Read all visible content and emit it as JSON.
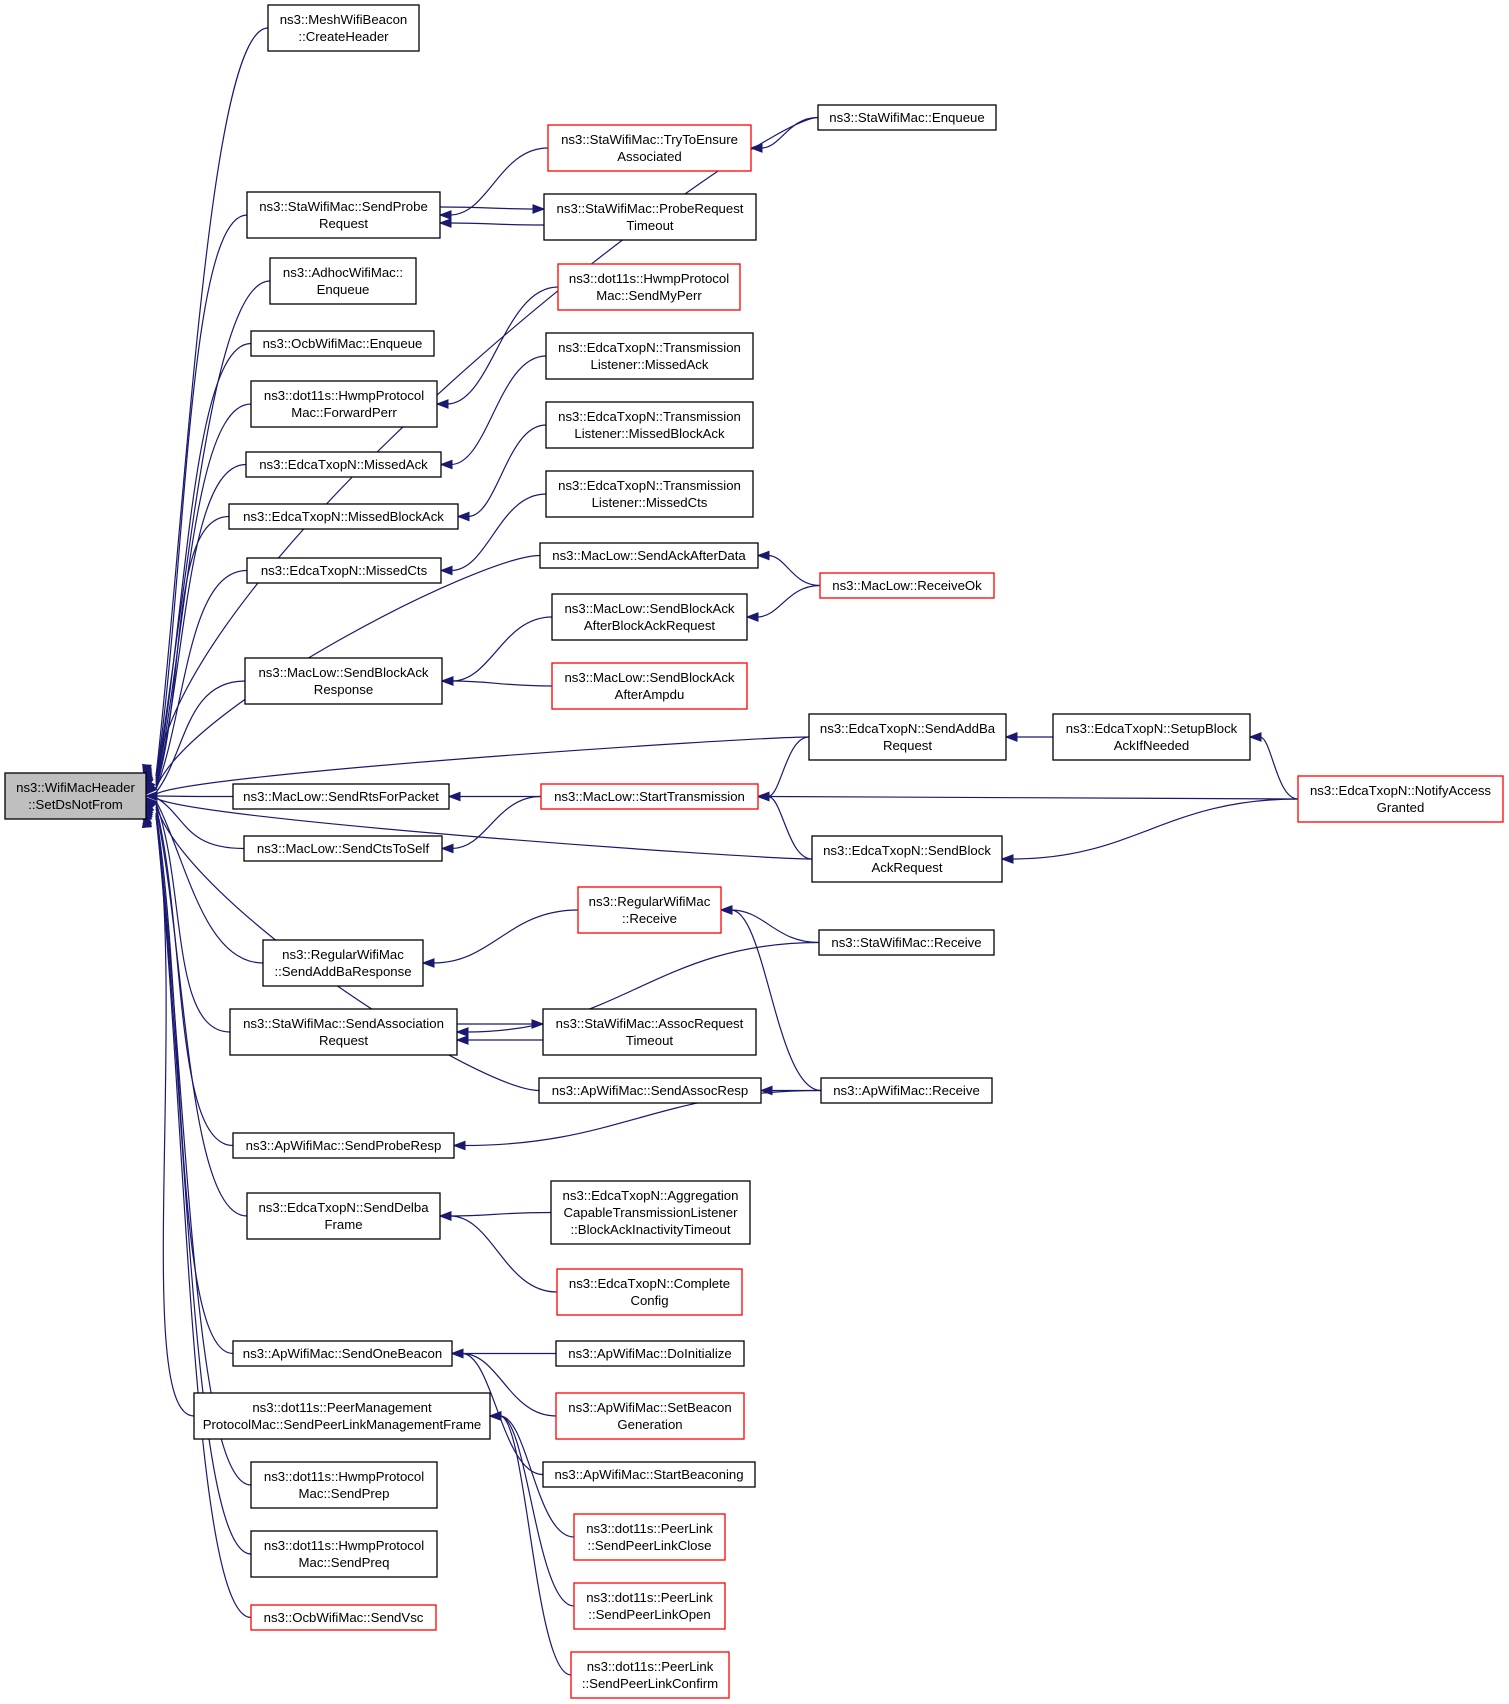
{
  "colors": {
    "edge": "#191970",
    "node_border_normal": "#000000",
    "node_border_truncated": "#ff0000",
    "focus_fill": "#bfbfbf",
    "node_fill": "#ffffff"
  },
  "root_node": "n0",
  "nodes": [
    {
      "id": "n0",
      "lines": [
        "ns3::WifiMacHeader",
        "::SetDsNotFrom"
      ],
      "style": "focus"
    },
    {
      "id": "n1",
      "lines": [
        "ns3::MeshWifiBeacon",
        "::CreateHeader"
      ],
      "style": "normal"
    },
    {
      "id": "n2",
      "lines": [
        "ns3::StaWifiMac::SendProbe",
        "Request"
      ],
      "style": "normal"
    },
    {
      "id": "n3",
      "lines": [
        "ns3::AdhocWifiMac::",
        "Enqueue"
      ],
      "style": "normal"
    },
    {
      "id": "n4",
      "lines": [
        "ns3::OcbWifiMac::Enqueue"
      ],
      "style": "normal"
    },
    {
      "id": "n5",
      "lines": [
        "ns3::dot11s::HwmpProtocol",
        "Mac::ForwardPerr"
      ],
      "style": "normal"
    },
    {
      "id": "n6",
      "lines": [
        "ns3::EdcaTxopN::MissedAck"
      ],
      "style": "normal"
    },
    {
      "id": "n7",
      "lines": [
        "ns3::EdcaTxopN::MissedBlockAck"
      ],
      "style": "normal"
    },
    {
      "id": "n8",
      "lines": [
        "ns3::EdcaTxopN::MissedCts"
      ],
      "style": "normal"
    },
    {
      "id": "n9",
      "lines": [
        "ns3::MacLow::SendBlockAck",
        "Response"
      ],
      "style": "normal"
    },
    {
      "id": "n10",
      "lines": [
        "ns3::MacLow::SendRtsForPacket"
      ],
      "style": "normal"
    },
    {
      "id": "n11",
      "lines": [
        "ns3::MacLow::SendCtsToSelf"
      ],
      "style": "normal"
    },
    {
      "id": "n12",
      "lines": [
        "ns3::RegularWifiMac",
        "::SendAddBaResponse"
      ],
      "style": "normal"
    },
    {
      "id": "n13",
      "lines": [
        "ns3::StaWifiMac::SendAssociation",
        "Request"
      ],
      "style": "normal"
    },
    {
      "id": "n14",
      "lines": [
        "ns3::ApWifiMac::SendProbeResp"
      ],
      "style": "normal"
    },
    {
      "id": "n15",
      "lines": [
        "ns3::EdcaTxopN::SendDelba",
        "Frame"
      ],
      "style": "normal"
    },
    {
      "id": "n16",
      "lines": [
        "ns3::ApWifiMac::SendOneBeacon"
      ],
      "style": "normal"
    },
    {
      "id": "n17",
      "lines": [
        "ns3::dot11s::PeerManagement",
        "ProtocolMac::SendPeerLinkManagementFrame"
      ],
      "style": "normal"
    },
    {
      "id": "n18",
      "lines": [
        "ns3::dot11s::HwmpProtocol",
        "Mac::SendPrep"
      ],
      "style": "normal"
    },
    {
      "id": "n19",
      "lines": [
        "ns3::dot11s::HwmpProtocol",
        "Mac::SendPreq"
      ],
      "style": "normal"
    },
    {
      "id": "n20",
      "lines": [
        "ns3::OcbWifiMac::SendVsc"
      ],
      "style": "truncated"
    },
    {
      "id": "n21",
      "lines": [
        "ns3::StaWifiMac::TryToEnsure",
        "Associated"
      ],
      "style": "truncated"
    },
    {
      "id": "n22",
      "lines": [
        "ns3::StaWifiMac::ProbeRequest",
        "Timeout"
      ],
      "style": "normal"
    },
    {
      "id": "n23",
      "lines": [
        "ns3::dot11s::HwmpProtocol",
        "Mac::SendMyPerr"
      ],
      "style": "truncated"
    },
    {
      "id": "n24",
      "lines": [
        "ns3::EdcaTxopN::Transmission",
        "Listener::MissedAck"
      ],
      "style": "normal"
    },
    {
      "id": "n25",
      "lines": [
        "ns3::EdcaTxopN::Transmission",
        "Listener::MissedBlockAck"
      ],
      "style": "normal"
    },
    {
      "id": "n26",
      "lines": [
        "ns3::EdcaTxopN::Transmission",
        "Listener::MissedCts"
      ],
      "style": "normal"
    },
    {
      "id": "n27",
      "lines": [
        "ns3::MacLow::SendAckAfterData"
      ],
      "style": "normal"
    },
    {
      "id": "n28",
      "lines": [
        "ns3::MacLow::SendBlockAck",
        "AfterBlockAckRequest"
      ],
      "style": "normal"
    },
    {
      "id": "n29",
      "lines": [
        "ns3::MacLow::SendBlockAck",
        "AfterAmpdu"
      ],
      "style": "truncated"
    },
    {
      "id": "n30",
      "lines": [
        "ns3::MacLow::StartTransmission"
      ],
      "style": "truncated"
    },
    {
      "id": "n31",
      "lines": [
        "ns3::RegularWifiMac",
        "::Receive"
      ],
      "style": "truncated"
    },
    {
      "id": "n32",
      "lines": [
        "ns3::StaWifiMac::AssocRequest",
        "Timeout"
      ],
      "style": "normal"
    },
    {
      "id": "n33",
      "lines": [
        "ns3::ApWifiMac::SendAssocResp"
      ],
      "style": "normal"
    },
    {
      "id": "n34",
      "lines": [
        "ns3::EdcaTxopN::Aggregation",
        "CapableTransmissionListener",
        "::BlockAckInactivityTimeout"
      ],
      "style": "normal"
    },
    {
      "id": "n35",
      "lines": [
        "ns3::EdcaTxopN::Complete",
        "Config"
      ],
      "style": "truncated"
    },
    {
      "id": "n36",
      "lines": [
        "ns3::ApWifiMac::DoInitialize"
      ],
      "style": "normal"
    },
    {
      "id": "n37",
      "lines": [
        "ns3::ApWifiMac::SetBeacon",
        "Generation"
      ],
      "style": "truncated"
    },
    {
      "id": "n38",
      "lines": [
        "ns3::ApWifiMac::StartBeaconing"
      ],
      "style": "normal"
    },
    {
      "id": "n39",
      "lines": [
        "ns3::dot11s::PeerLink",
        "::SendPeerLinkClose"
      ],
      "style": "truncated"
    },
    {
      "id": "n40",
      "lines": [
        "ns3::dot11s::PeerLink",
        "::SendPeerLinkOpen"
      ],
      "style": "truncated"
    },
    {
      "id": "n41",
      "lines": [
        "ns3::dot11s::PeerLink",
        "::SendPeerLinkConfirm"
      ],
      "style": "truncated"
    },
    {
      "id": "n42",
      "lines": [
        "ns3::StaWifiMac::Enqueue"
      ],
      "style": "normal"
    },
    {
      "id": "n43",
      "lines": [
        "ns3::MacLow::ReceiveOk"
      ],
      "style": "truncated"
    },
    {
      "id": "n44",
      "lines": [
        "ns3::EdcaTxopN::SendAddBa",
        "Request"
      ],
      "style": "normal"
    },
    {
      "id": "n45",
      "lines": [
        "ns3::EdcaTxopN::SendBlock",
        "AckRequest"
      ],
      "style": "normal"
    },
    {
      "id": "n46",
      "lines": [
        "ns3::StaWifiMac::Receive"
      ],
      "style": "normal"
    },
    {
      "id": "n47",
      "lines": [
        "ns3::ApWifiMac::Receive"
      ],
      "style": "normal"
    },
    {
      "id": "n48",
      "lines": [
        "ns3::EdcaTxopN::SetupBlock",
        "AckIfNeeded"
      ],
      "style": "normal"
    },
    {
      "id": "n49",
      "lines": [
        "ns3::EdcaTxopN::NotifyAccess",
        "Granted"
      ],
      "style": "truncated"
    }
  ],
  "edges": [
    {
      "from": "n1",
      "to": "n0"
    },
    {
      "from": "n42",
      "to": "n0"
    },
    {
      "from": "n2",
      "to": "n0"
    },
    {
      "from": "n3",
      "to": "n0"
    },
    {
      "from": "n4",
      "to": "n0"
    },
    {
      "from": "n5",
      "to": "n0"
    },
    {
      "from": "n6",
      "to": "n0"
    },
    {
      "from": "n7",
      "to": "n0"
    },
    {
      "from": "n8",
      "to": "n0"
    },
    {
      "from": "n27",
      "to": "n0"
    },
    {
      "from": "n9",
      "to": "n0"
    },
    {
      "from": "n44",
      "to": "n0"
    },
    {
      "from": "n10",
      "to": "n0"
    },
    {
      "from": "n11",
      "to": "n0"
    },
    {
      "from": "n45",
      "to": "n0"
    },
    {
      "from": "n12",
      "to": "n0"
    },
    {
      "from": "n13",
      "to": "n0"
    },
    {
      "from": "n33",
      "to": "n0"
    },
    {
      "from": "n14",
      "to": "n0"
    },
    {
      "from": "n15",
      "to": "n0"
    },
    {
      "from": "n16",
      "to": "n0"
    },
    {
      "from": "n17",
      "to": "n0"
    },
    {
      "from": "n18",
      "to": "n0"
    },
    {
      "from": "n19",
      "to": "n0"
    },
    {
      "from": "n20",
      "to": "n0"
    },
    {
      "from": "n21",
      "to": "n2"
    },
    {
      "from": "n22",
      "to": "n2"
    },
    {
      "from": "n2",
      "to": "n22"
    },
    {
      "from": "n42",
      "to": "n21"
    },
    {
      "from": "n23",
      "to": "n5"
    },
    {
      "from": "n24",
      "to": "n6"
    },
    {
      "from": "n25",
      "to": "n7"
    },
    {
      "from": "n26",
      "to": "n8"
    },
    {
      "from": "n43",
      "to": "n27"
    },
    {
      "from": "n43",
      "to": "n28"
    },
    {
      "from": "n28",
      "to": "n9"
    },
    {
      "from": "n29",
      "to": "n9"
    },
    {
      "from": "n48",
      "to": "n44"
    },
    {
      "from": "n49",
      "to": "n48"
    },
    {
      "from": "n30",
      "to": "n10"
    },
    {
      "from": "n30",
      "to": "n11"
    },
    {
      "from": "n44",
      "to": "n30"
    },
    {
      "from": "n49",
      "to": "n30"
    },
    {
      "from": "n45",
      "to": "n30"
    },
    {
      "from": "n49",
      "to": "n45"
    },
    {
      "from": "n31",
      "to": "n12"
    },
    {
      "from": "n46",
      "to": "n31"
    },
    {
      "from": "n47",
      "to": "n31"
    },
    {
      "from": "n46",
      "to": "n13"
    },
    {
      "from": "n32",
      "to": "n13"
    },
    {
      "from": "n13",
      "to": "n32"
    },
    {
      "from": "n47",
      "to": "n33"
    },
    {
      "from": "n47",
      "to": "n14"
    },
    {
      "from": "n34",
      "to": "n15"
    },
    {
      "from": "n35",
      "to": "n15"
    },
    {
      "from": "n36",
      "to": "n16"
    },
    {
      "from": "n37",
      "to": "n16"
    },
    {
      "from": "n38",
      "to": "n16"
    },
    {
      "from": "n39",
      "to": "n17"
    },
    {
      "from": "n40",
      "to": "n17"
    },
    {
      "from": "n41",
      "to": "n17"
    }
  ]
}
